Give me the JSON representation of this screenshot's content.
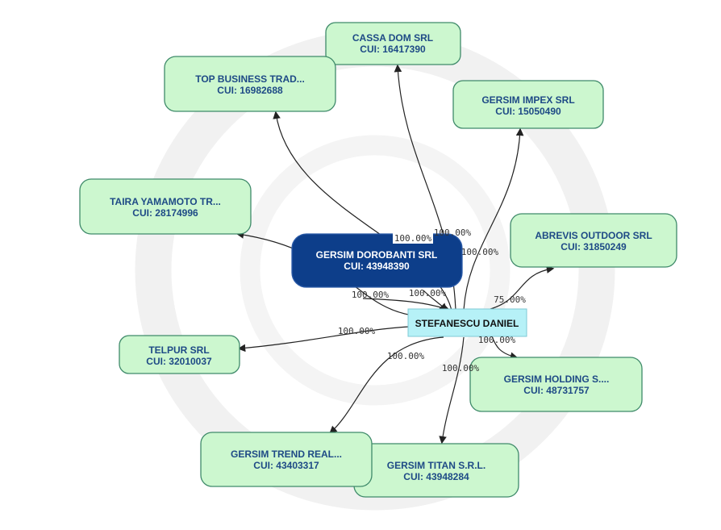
{
  "center": {
    "name": "STEFANESCU DANIEL"
  },
  "companies": [
    {
      "name": "CASSA DOM SRL",
      "cui": "CUI: 16417390",
      "share": "100.00%"
    },
    {
      "name": "TOP BUSINESS TRAD...",
      "cui": "CUI: 16982688",
      "share": "100.00%"
    },
    {
      "name": "GERSIM IMPEX SRL",
      "cui": "CUI: 15050490",
      "share": "100.00%"
    },
    {
      "name": "TAIRA YAMAMOTO TR...",
      "cui": "CUI: 28174996",
      "share": "100.00%"
    },
    {
      "name": "ABREVIS OUTDOOR SRL",
      "cui": "CUI: 31850249",
      "share": "75.00%"
    },
    {
      "name": "GERSIM DOROBANTI SRL",
      "cui": "CUI: 43948390",
      "share": "100.00%"
    },
    {
      "name": "TELPUR SRL",
      "cui": "CUI: 32010037",
      "share": "100.00%"
    },
    {
      "name": "GERSIM HOLDING S....",
      "cui": "CUI: 48731757",
      "share": "100.00%"
    },
    {
      "name": "GERSIM TREND REAL...",
      "cui": "CUI: 43403317",
      "share": "100.00%"
    },
    {
      "name": "GERSIM TITAN S.R.L.",
      "cui": "CUI: 43948284",
      "share": "100.00%"
    }
  ],
  "colors": {
    "node_fill": "#ccf7cf",
    "selected_fill": "#0d3e8a",
    "center_fill": "#b6f1f7"
  }
}
